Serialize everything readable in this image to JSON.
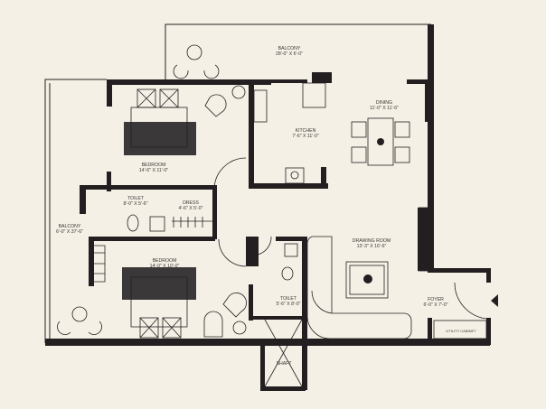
{
  "rooms": {
    "balcony_top": {
      "name": "BALCONY",
      "size": "28'-0\" X 6'-0\""
    },
    "bedroom_1": {
      "name": "BEDROOM",
      "size": "14'-6\" X 11'-0\""
    },
    "toilet_1": {
      "name": "TOILET",
      "size": "8'-0\" X 5'-6\""
    },
    "dress": {
      "name": "DRESS",
      "size": "4'-6\" X 5'-0\""
    },
    "balcony_left": {
      "name": "BALCONY",
      "size": "6'-0\" X 37'-6\""
    },
    "kitchen": {
      "name": "KITCHEN",
      "size": "7'-6\" X 11'-0\""
    },
    "dining": {
      "name": "DINING",
      "size": "11'-0\" X 11'-6\""
    },
    "drawing_room": {
      "name": "DRAWING ROOM",
      "size": "13'-3\" X 16'-6\""
    },
    "bedroom_2": {
      "name": "BEDROOM",
      "size": "14'-0\" X 10'-0\""
    },
    "toilet_2": {
      "name": "TOILET",
      "size": "5'-6\" X 8'-0\""
    },
    "shaft": {
      "name": "SHAFT"
    },
    "foyer": {
      "name": "FOYER",
      "size": "6'-0\" X 7'-0\""
    },
    "utility_cabinet": {
      "name": "UTILITY CABINET"
    }
  },
  "colors": {
    "background": "#f5f0e6",
    "wall": "#231f20",
    "label": "#3a3633"
  }
}
